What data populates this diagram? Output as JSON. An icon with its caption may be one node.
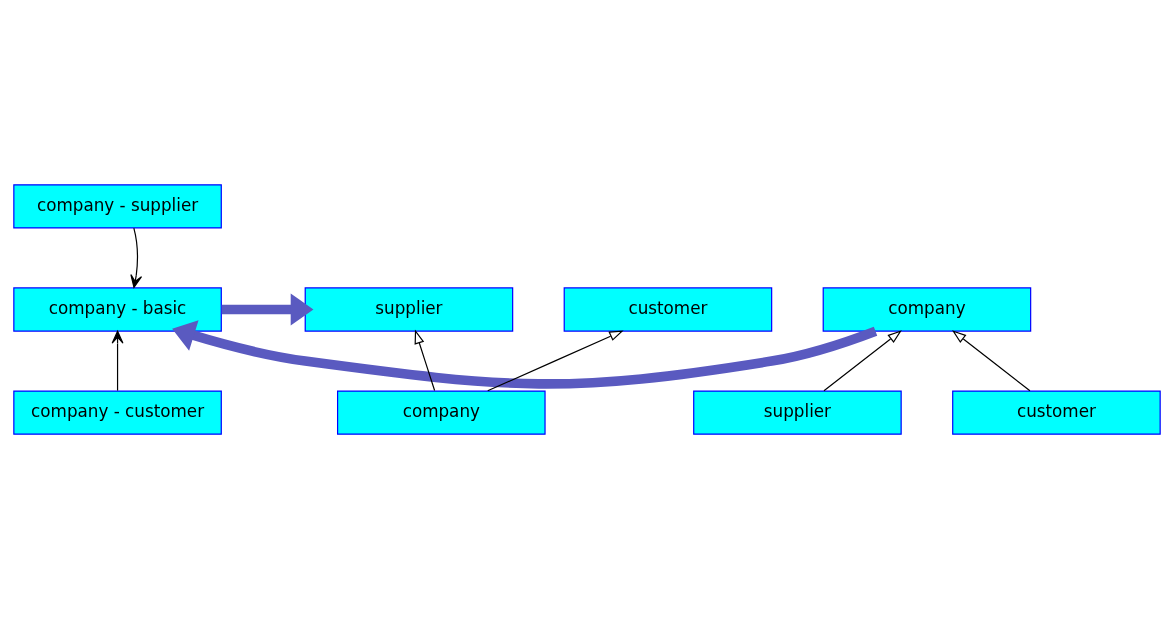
{
  "diagram": {
    "nodes": [
      {
        "text": [
          "company - supplier"
        ]
      },
      {
        "text": [
          "company - basic"
        ]
      },
      {
        "text": [
          "company - customer"
        ]
      },
      {
        "text": [
          "company"
        ]
      },
      {
        "text": [
          "supplier"
        ]
      },
      {
        "text": [
          "customer"
        ]
      },
      {
        "text": [
          "supplier"
        ]
      },
      {
        "text": [
          "customer"
        ]
      },
      {
        "text": [
          "company"
        ]
      }
    ],
    "edges": [
      {
        "from": 0,
        "to": 1,
        "arrow": "to"
      },
      {
        "from": 2,
        "to": 1,
        "arrow": "to"
      },
      {
        "from": 4,
        "to": 3,
        "arrow": "to"
      },
      {
        "from": 5,
        "to": 3,
        "arrow": "to"
      },
      {
        "from": 8,
        "to": 6,
        "arrow": "to"
      },
      {
        "from": 8,
        "to": 7,
        "arrow": "to"
      },
      {
        "from": 3,
        "to": 1,
        "arrow": "to",
        "style": "thick",
        "color": "#5a5ac0"
      },
      {
        "from": 1,
        "to": 6,
        "arrow": "to",
        "style": "thick",
        "color": "#5a5ac0"
      }
    ]
  }
}
